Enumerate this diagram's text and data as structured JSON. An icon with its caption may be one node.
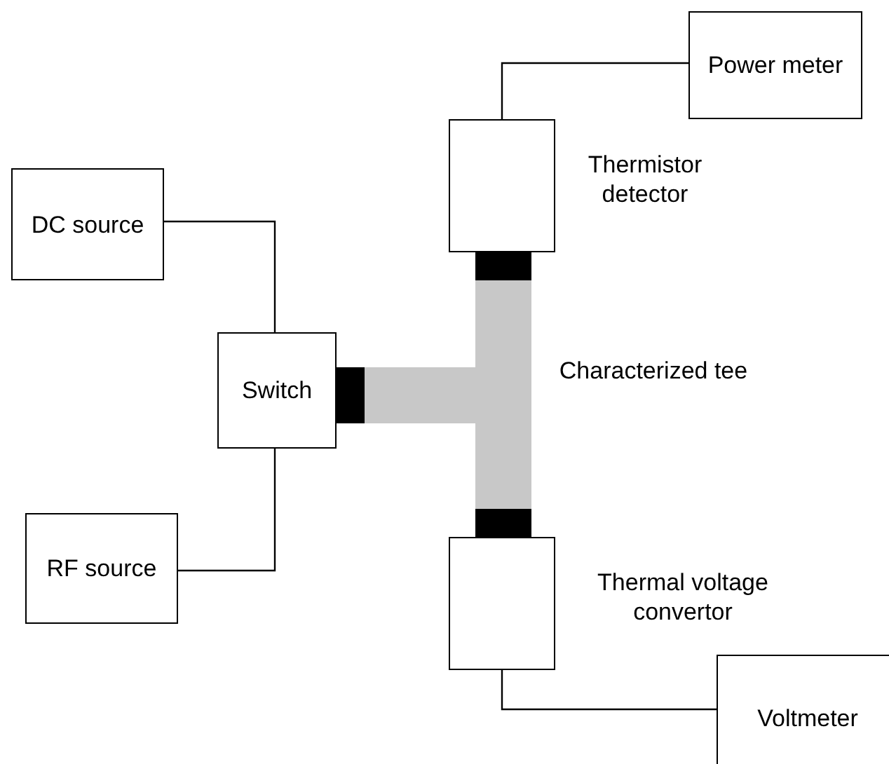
{
  "diagram": {
    "nodes": [
      {
        "text": [
          "Power meter"
        ]
      },
      {
        "text": [],
        "shape": "box",
        "beside": [
          "Thermistor detector"
        ]
      },
      {
        "text": [
          "DC source"
        ]
      },
      {
        "text": [
          "Switch"
        ]
      },
      {
        "text": [],
        "shape": "bar",
        "beside": [
          "Characterized tee"
        ]
      },
      {
        "text": [
          "RF source"
        ]
      },
      {
        "text": [],
        "shape": "box",
        "beside": [
          "Thermal voltage convertor"
        ]
      },
      {
        "text": [
          "Voltmeter"
        ]
      }
    ],
    "edges": [
      {
        "from": 2,
        "to": 3,
        "arrow": "none"
      },
      {
        "from": 5,
        "to": 3,
        "arrow": "none"
      },
      {
        "from": 1,
        "to": 0,
        "arrow": "none"
      },
      {
        "from": 6,
        "to": 7,
        "arrow": "none"
      }
    ]
  }
}
